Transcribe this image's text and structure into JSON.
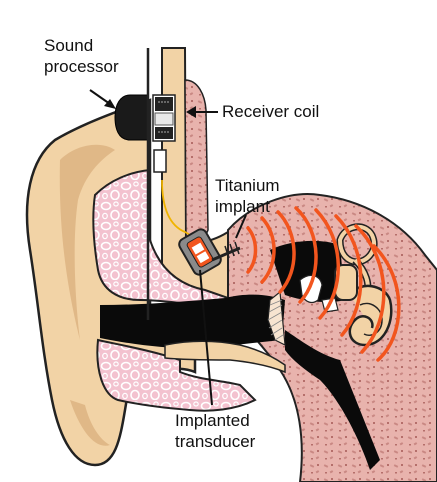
{
  "labels": {
    "sound_processor": {
      "line1": "Sound",
      "line2": "processor"
    },
    "receiver_coil": {
      "text": "Receiver coil"
    },
    "titanium_implant": {
      "line1": "Titanium",
      "line2": "implant"
    },
    "implanted_transducer": {
      "line1": "Implanted",
      "line2": "transducer"
    }
  },
  "colors": {
    "skin": "#f2d3a6",
    "skin_shadow": "#d9ad7a",
    "bone": "#e8b3ad",
    "bone_dark": "#c98883",
    "cartilage": "#f3c2cf",
    "canal_dark": "#0a0a0a",
    "waves": "#f2551e",
    "wire": "#f0b400",
    "processor": "#1a1a1a",
    "inner_ear": "#f2d3a6"
  },
  "icons": {
    "sound_processor": "sound-processor-device",
    "receiver_coil": "receiver-coil-magnet",
    "transducer": "transducer-capsule",
    "waves": "vibration-wave-arcs"
  }
}
